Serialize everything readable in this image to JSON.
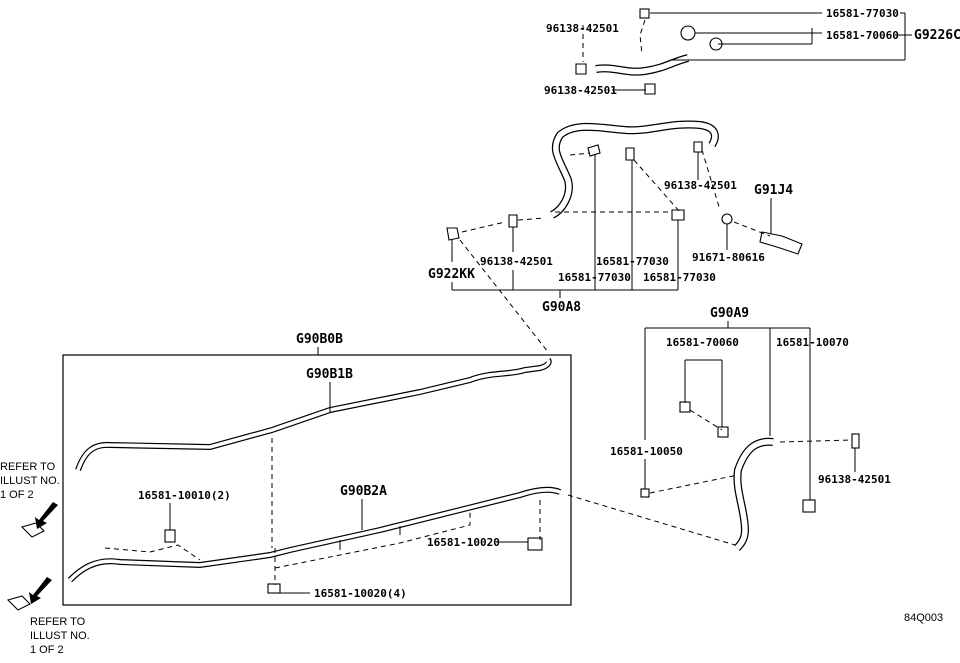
{
  "groups": {
    "g9226c": "G9226C",
    "g91j4": "G91J4",
    "g922kk": "G922KK",
    "g90a8": "G90A8",
    "g90a9": "G90A9",
    "g90b0b": "G90B0B",
    "g90b1b": "G90B1B",
    "g90b2a": "G90B2A"
  },
  "parts": {
    "top_clamp_upper": "96138-42501",
    "top_clamp_lower": "96138-42501",
    "top_clip_a": "16581-77030",
    "top_clip_b": "16581-70060",
    "mid_clamp_right": "96138-42501",
    "bolt": "91671-80616",
    "mid_clamp_left": "96138-42501",
    "mid_clip_1": "16581-77030",
    "mid_clip_2": "16581-77030",
    "mid_clip_3": "16581-77030",
    "a9_clip_upper": "16581-70060",
    "a9_clip_right": "16581-10070",
    "a9_clip_left": "16581-10050",
    "a9_clamp": "96138-42501",
    "lower_clip_qty2": "16581-10010(2)",
    "lower_clamp_right": "16581-10020",
    "lower_clamp_qty4": "16581-10020(4)"
  },
  "notes": {
    "refer_upper": [
      "REFER TO",
      "ILLUST NO.",
      "1 OF 2"
    ],
    "refer_lower": [
      "REFER TO",
      "ILLUST NO.",
      "1 OF 2"
    ]
  },
  "figure_code": "84Q003"
}
